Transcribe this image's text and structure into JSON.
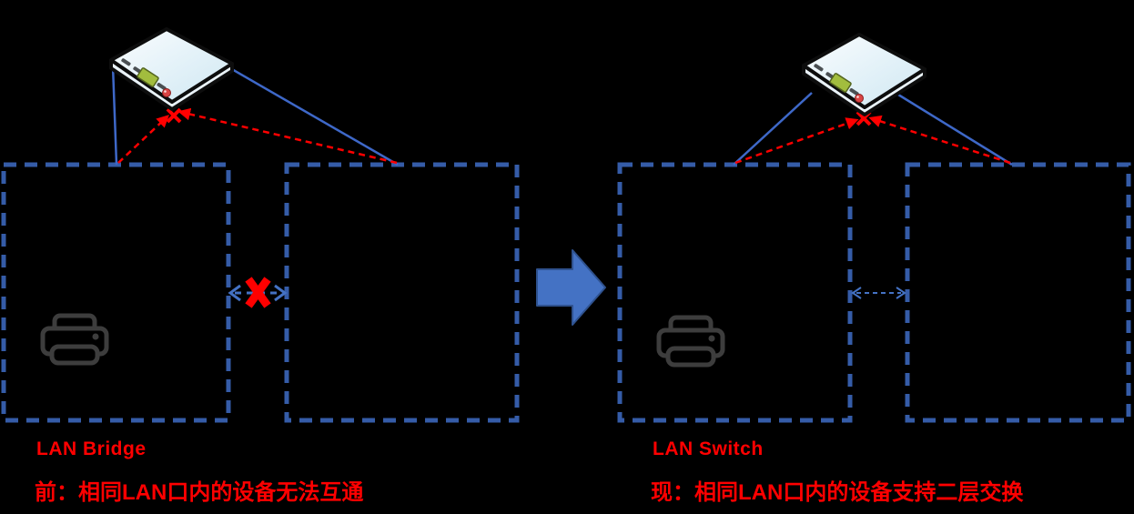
{
  "left": {
    "title": "LAN Bridge",
    "caption": "前：相同LAN口内的设备无法互通",
    "device_icon": "router-device-icon",
    "printer_icon": "printer-icon",
    "inter_lan_link": "bidirectional-dashed-arrow-icon",
    "inter_lan_blocked": true,
    "blocked_icon": "red-x-icon",
    "uplink_blocked_icon": "red-x-icon"
  },
  "right": {
    "title": "LAN Switch",
    "caption": "现：相同LAN口内的设备支持二层交换",
    "device_icon": "router-device-icon",
    "printer_icon": "printer-icon",
    "inter_lan_link": "bidirectional-dashed-arrow-icon",
    "inter_lan_blocked": false,
    "uplink_blocked_icon": "red-x-icon"
  },
  "transition": {
    "icon": "right-block-arrow-icon"
  },
  "colors": {
    "background": "#000000",
    "lan_box_border": "#355CA8",
    "solid_link_blue": "#3E68C8",
    "dashed_link_blue": "#4472C4",
    "blocked_red": "#FF0000",
    "text_red": "#FF0000",
    "block_arrow_fill": "#4472C4",
    "block_arrow_border": "#2F528F",
    "printer_gray": "#3D3D3D"
  }
}
